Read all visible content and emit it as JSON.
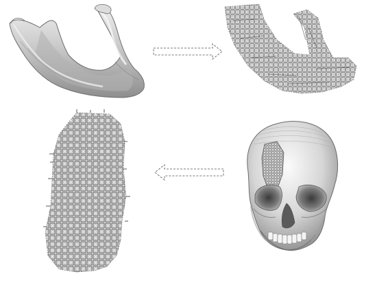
{
  "figure": {
    "panels": [
      {
        "id": "solid-mandible",
        "icon": "jaw-bone-icon"
      },
      {
        "id": "lattice-mandible",
        "icon": "lattice-jaw-icon"
      },
      {
        "id": "skull-with-implant",
        "icon": "skull-icon"
      },
      {
        "id": "lattice-implant",
        "icon": "lattice-implant-icon"
      }
    ],
    "arrows": [
      {
        "from": "solid-mandible",
        "to": "lattice-mandible",
        "direction": "right",
        "style": "dashed-outline"
      },
      {
        "from": "skull-with-implant",
        "to": "lattice-implant",
        "direction": "left",
        "style": "dashed-outline"
      }
    ],
    "colors": {
      "background": "#ffffff",
      "bone_fill": "#d2d2d2",
      "bone_shade": "#8a8a8a",
      "lattice_stroke": "#6e6e6e",
      "lattice_fill": "#f3f3f3",
      "arrow_stroke": "#7a7a7a"
    }
  }
}
